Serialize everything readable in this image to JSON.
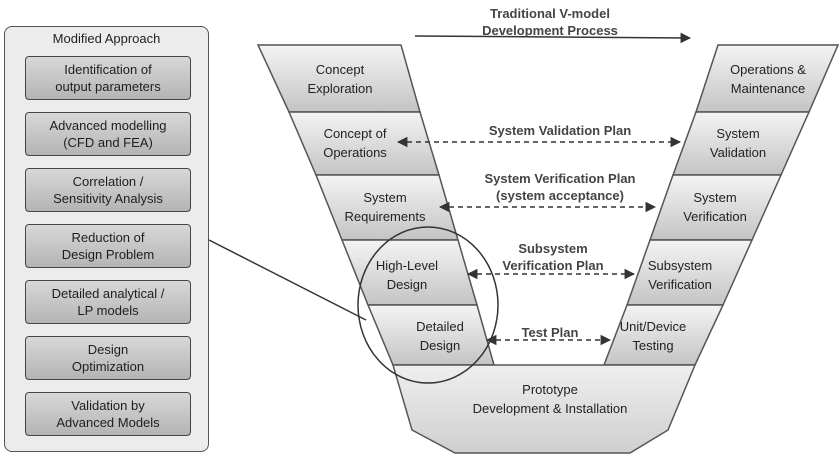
{
  "title": "Traditional V-model\nDevelopment Process",
  "modified_approach": {
    "title": "Modified Approach",
    "steps": [
      "Identification of\noutput parameters",
      "Advanced modelling\n(CFD and FEA)",
      "Correlation /\nSensitivity Analysis",
      "Reduction of\nDesign Problem",
      "Detailed analytical /\nLP models",
      "Design\nOptimization",
      "Validation by\nAdvanced Models"
    ]
  },
  "left_arm": [
    "Concept\nExploration",
    "Concept of\nOperations",
    "System\nRequirements",
    "High-Level\nDesign",
    "Detailed\nDesign"
  ],
  "right_arm": [
    "Operations &\nMaintenance",
    "System\nValidation",
    "System\nVerification",
    "Subsystem\nVerification",
    "Unit/Device\nTesting"
  ],
  "bottom": "Prototype\nDevelopment & Installation",
  "plans": [
    "System Validation Plan",
    "System Verification Plan\n(system acceptance)",
    "Subsystem\nVerification Plan",
    "Test Plan"
  ],
  "colors": {
    "band_light": "#f2f2f2",
    "band_dark": "#c9c9c9",
    "divider": "#777777",
    "outline": "#555555",
    "step_fill": "#c4c4c4"
  }
}
